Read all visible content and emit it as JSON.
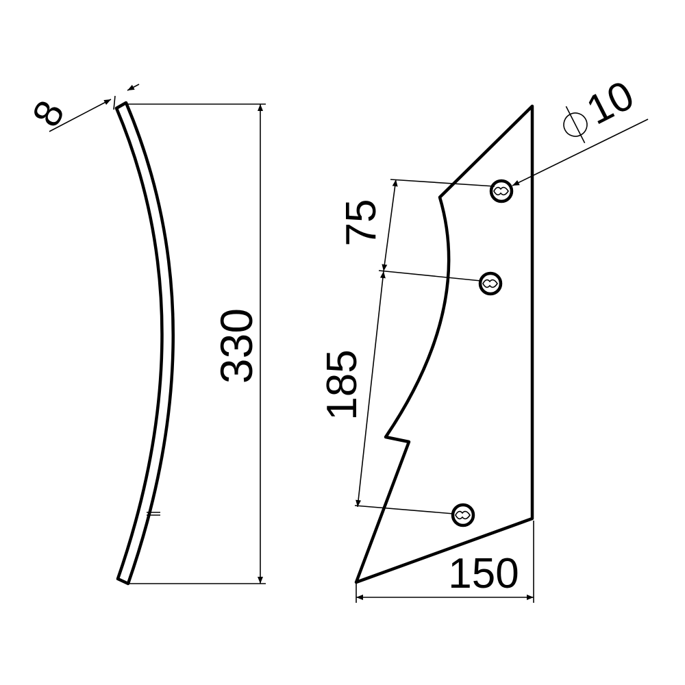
{
  "drawing": {
    "thickness": "8",
    "height": "330",
    "hole_diameter": "10",
    "hole_spacing_top": "75",
    "hole_spacing_bottom": "185",
    "width": "150"
  }
}
